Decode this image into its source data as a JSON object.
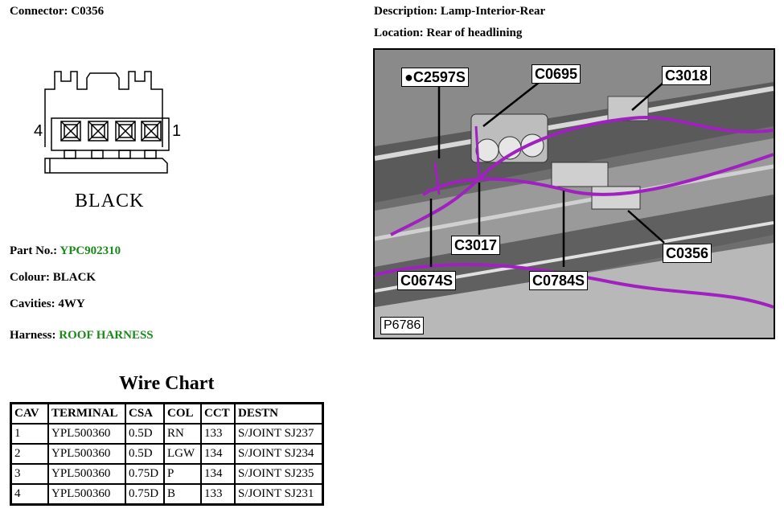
{
  "connector": {
    "label": "Connector:",
    "value": "C0356"
  },
  "description": {
    "label": "Description:",
    "value": "Lamp-Interior-Rear"
  },
  "location": {
    "label": "Location:",
    "value": "Rear of headlining"
  },
  "diagram": {
    "pin_left": "4",
    "pin_right": "1",
    "color_text": "BLACK"
  },
  "part_no": {
    "label": "Part No.:",
    "value": "YPC902310"
  },
  "colour": {
    "label": "Colour:",
    "value": "BLACK"
  },
  "cavities": {
    "label": "Cavities:",
    "value": "4WY"
  },
  "harness": {
    "label": "Harness:",
    "value": "ROOF HARNESS"
  },
  "wire_chart": {
    "title": "Wire Chart",
    "headers": [
      "CAV",
      "TERMINAL",
      "CSA",
      "COL",
      "CCT",
      "DESTN"
    ],
    "rows": [
      [
        "1",
        "YPL500360",
        "0.5D",
        "RN",
        "133",
        "S/JOINT SJ237"
      ],
      [
        "2",
        "YPL500360",
        "0.5D",
        "LGW",
        "134",
        "S/JOINT SJ234"
      ],
      [
        "3",
        "YPL500360",
        "0.75D",
        "P",
        "134",
        "S/JOINT SJ235"
      ],
      [
        "4",
        "YPL500360",
        "0.75D",
        "B",
        "133",
        "S/JOINT SJ231"
      ]
    ]
  },
  "photo": {
    "ref": "P6786",
    "callouts": {
      "c2597s": "●C2597S",
      "c0695": "C0695",
      "c3018": "C3018",
      "c3017": "C3017",
      "c0356": "C0356",
      "c0674s": "C0674S",
      "c0784s": "C0784S"
    }
  },
  "colors": {
    "harness_link": "#1a8a1a",
    "wire": "#a020c0"
  }
}
